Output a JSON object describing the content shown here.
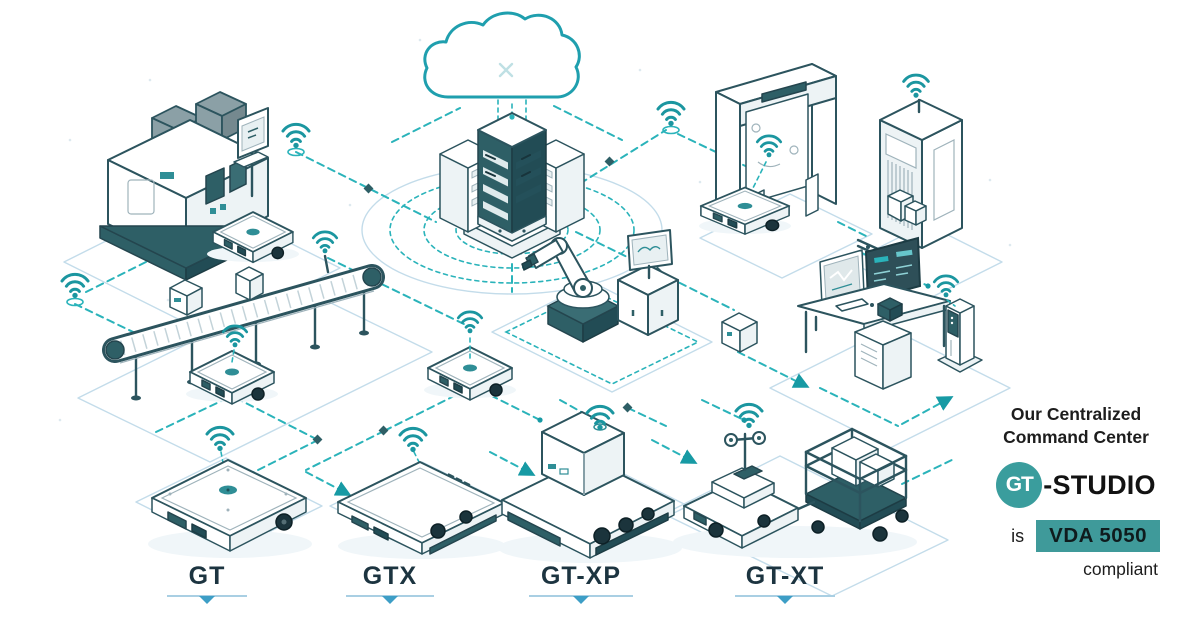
{
  "panel": {
    "heading_line1": "Our Centralized",
    "heading_line2": "Command Center",
    "logo": {
      "circle_text": "GT",
      "suffix": "-STUDIO"
    },
    "compliance": {
      "prefix": "is",
      "badge": "VDA 5050",
      "suffix": "compliant"
    }
  },
  "robot_labels": [
    {
      "label": "GT"
    },
    {
      "label": "GTX"
    },
    {
      "label": "GT-XP"
    },
    {
      "label": "GT-XT"
    }
  ],
  "scene": {
    "elements": [
      "cloud-icon",
      "server-stack",
      "wifi-icon",
      "cnc-machine",
      "conveyor-belt",
      "robotic-arm",
      "dock-gate",
      "vertical-lift-module",
      "control-desk",
      "charging-station",
      "agv-robot",
      "network-links"
    ]
  },
  "colors": {
    "accent_teal": "#2ab3ba",
    "outline_ink": "#2c545e",
    "dark_teal_fill": "#2e5f66",
    "badge_teal": "#3f9a9a",
    "logo_teal": "#3a9d9d",
    "text_dark": "#1d1d1d",
    "floor_blue": "#c3dcea",
    "label_color": "#1c3440"
  }
}
